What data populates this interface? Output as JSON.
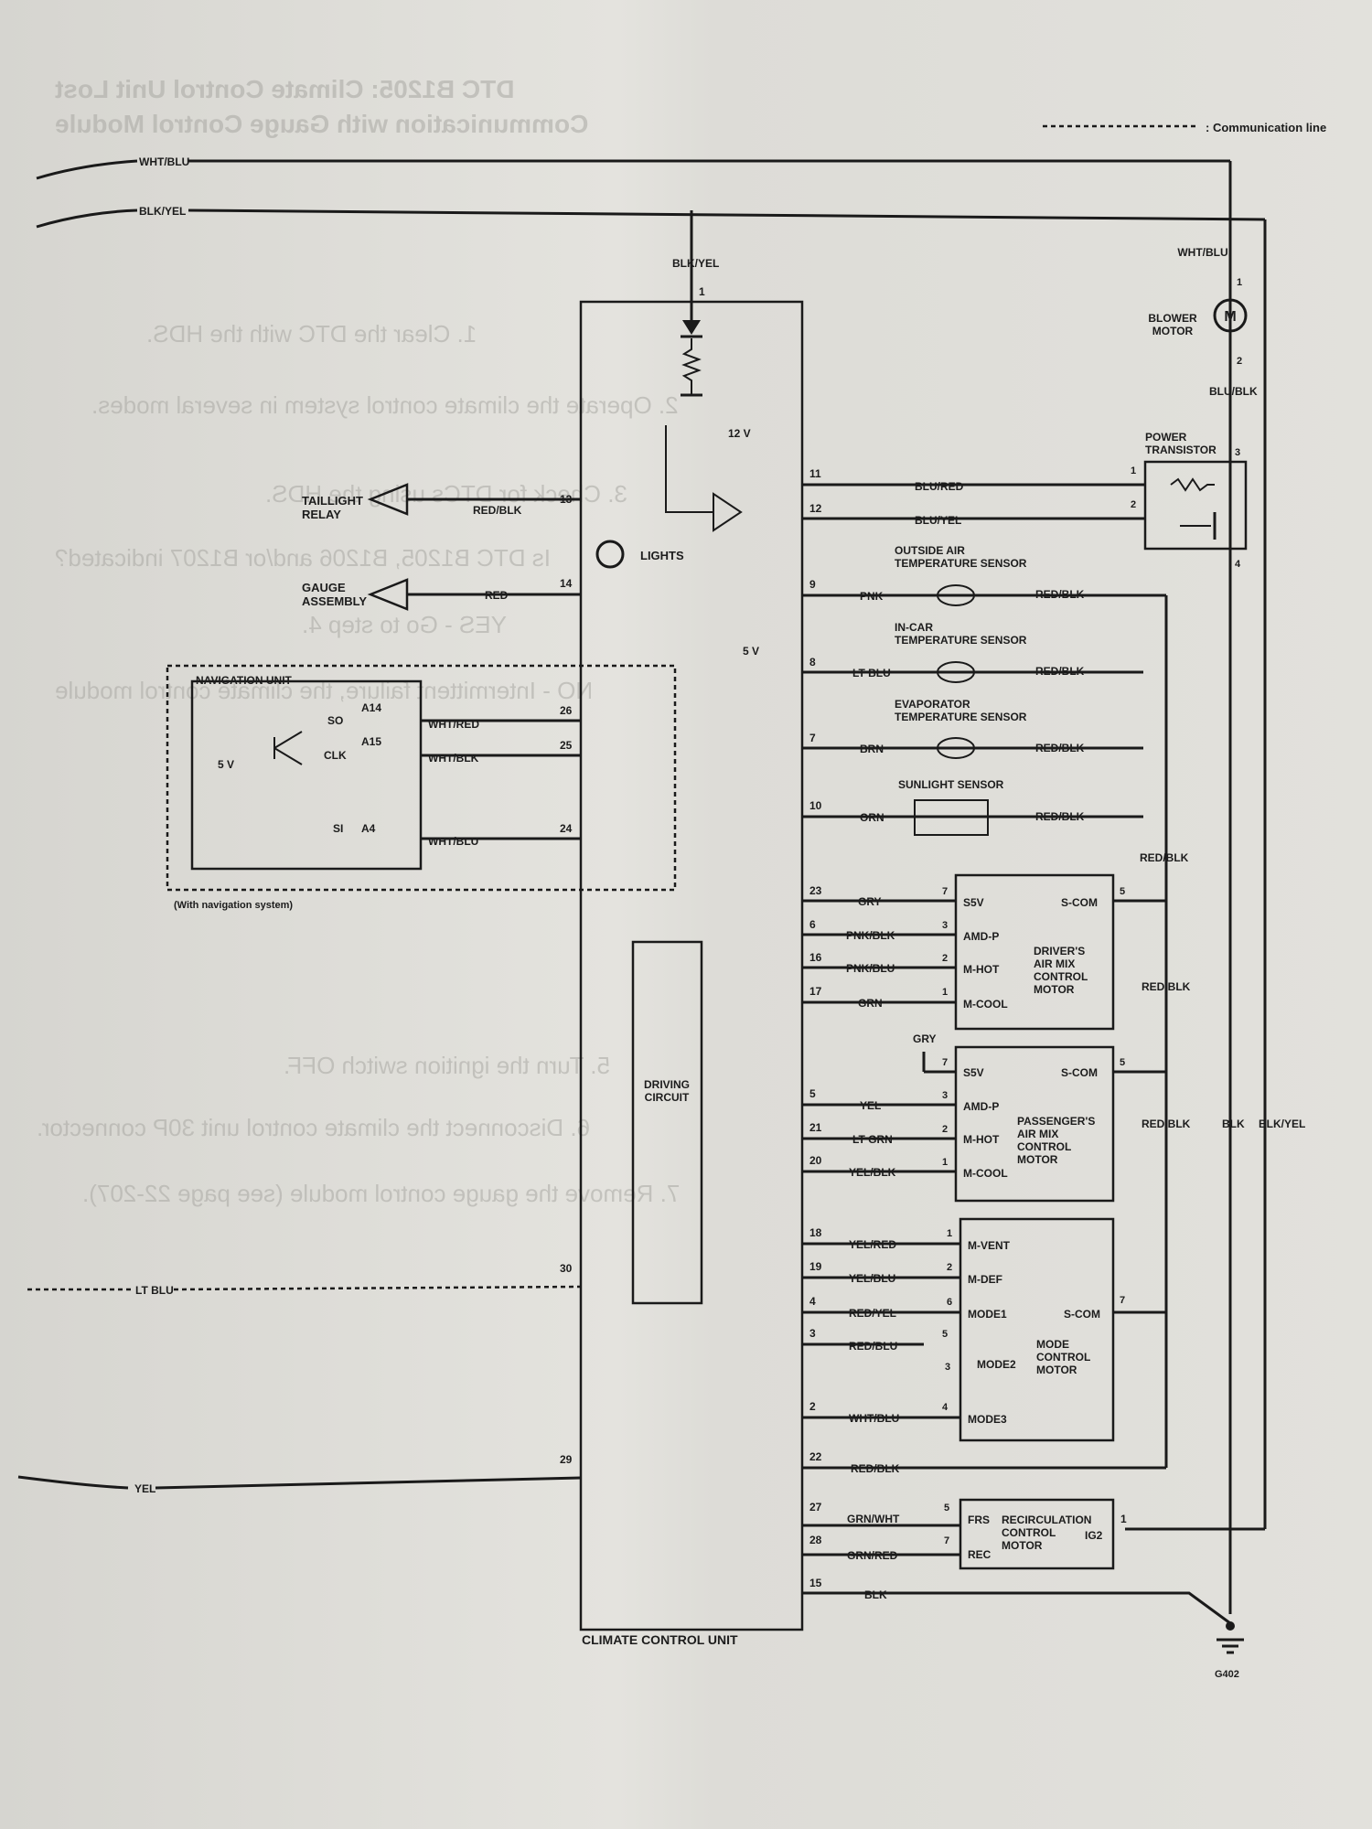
{
  "legend": {
    "communication_line": ": Communication line"
  },
  "ghost_text": [
    "DTC B1205: Climate Control Unit Lost",
    "Communication with Gauge Control Module",
    "1. Clear the DTC with the HDS.",
    "2. Operate the climate control system in several modes.",
    "3. Check for DTCs using the HDS.",
    "Is DTC B1205, B1206 and/or B1207 indicated?",
    "YES - Go to step 4.",
    "NO - Intermittent failure, the climate control module",
    "5. Turn the ignition switch OFF.",
    "6. Disconnect the climate control unit 30P connector.",
    "7. Remove the gauge control module (see page 22-207)."
  ],
  "wires": {
    "wht_blu": "WHT/BLU",
    "blk_yel": "BLK/YEL",
    "lt_blu": "LT BLU",
    "yel": "YEL",
    "blu_red": "BLU/RED",
    "blu_yel": "BLU/YEL",
    "red_blk": "RED/BLK",
    "red": "RED",
    "wht_red": "WHT/RED",
    "wht_blk": "WHT/BLK",
    "pnk": "PNK",
    "brn": "BRN",
    "orn": "ORN",
    "gry": "GRY",
    "pnk_blk": "PNK/BLK",
    "pnk_blu": "PNK/BLU",
    "grn": "GRN",
    "lt_grn": "LT GRN",
    "yel_blk": "YEL/BLK",
    "yel_red": "YEL/RED",
    "yel_blu": "YEL/BLU",
    "red_yel": "RED/YEL",
    "red_blu": "RED/BLU",
    "grn_wht": "GRN/WHT",
    "grn_red": "GRN/RED",
    "blk": "BLK",
    "blu_blk": "BLU/BLK"
  },
  "components": {
    "climate_control_unit": "CLIMATE CONTROL UNIT",
    "taillight_relay": [
      "TAILLIGHT",
      "RELAY"
    ],
    "gauge_assembly": [
      "GAUGE",
      "ASSEMBLY"
    ],
    "lights": "LIGHTS",
    "navigation_unit": "NAVIGATION UNIT",
    "with_navigation": "(With navigation system)",
    "driving_circuit": [
      "DRIVING",
      "CIRCUIT"
    ],
    "blower_motor": [
      "BLOWER",
      "MOTOR"
    ],
    "power_transistor": [
      "POWER",
      "TRANSISTOR"
    ],
    "outside_air_sensor": [
      "OUTSIDE AIR",
      "TEMPERATURE SENSOR"
    ],
    "in_car_sensor": [
      "IN-CAR",
      "TEMPERATURE SENSOR"
    ],
    "evaporator_sensor": [
      "EVAPORATOR",
      "TEMPERATURE SENSOR"
    ],
    "sunlight_sensor": "SUNLIGHT SENSOR",
    "driver_air_mix": [
      "DRIVER'S",
      "AIR MIX",
      "CONTROL",
      "MOTOR"
    ],
    "passenger_air_mix": [
      "PASSENGER'S",
      "AIR MIX",
      "CONTROL",
      "MOTOR"
    ],
    "mode_motor": [
      "MODE",
      "CONTROL",
      "MOTOR"
    ],
    "recirc_motor": [
      "RECIRCULATION",
      "CONTROL",
      "MOTOR"
    ],
    "ground": "G402",
    "motor_symbol": "M"
  },
  "labels": {
    "v12": "12 V",
    "v5": "5 V",
    "s5v": "S5V",
    "s_com": "S-COM",
    "amd_p": "AMD-P",
    "m_hot": "M-HOT",
    "m_cool": "M-COOL",
    "m_vent": "M-VENT",
    "m_def": "M-DEF",
    "mode1": "MODE1",
    "mode2": "MODE2",
    "mode3": "MODE3",
    "frs": "FRS",
    "rec": "REC",
    "ig2": "IG2",
    "so": "SO",
    "clk": "CLK",
    "si": "SI",
    "a14": "A14",
    "a15": "A15",
    "a4": "A4"
  },
  "pins": {
    "p1": "1",
    "p2": "2",
    "p3": "3",
    "p4": "4",
    "p5": "5",
    "p6": "6",
    "p7": "7",
    "p8": "8",
    "p9": "9",
    "p10": "10",
    "p11": "11",
    "p12": "12",
    "p13": "13",
    "p14": "14",
    "p15": "15",
    "p16": "16",
    "p17": "17",
    "p18": "18",
    "p19": "19",
    "p20": "20",
    "p21": "21",
    "p22": "22",
    "p23": "23",
    "p24": "24",
    "p25": "25",
    "p26": "26",
    "p27": "27",
    "p28": "28",
    "p29": "29",
    "p30": "30"
  }
}
